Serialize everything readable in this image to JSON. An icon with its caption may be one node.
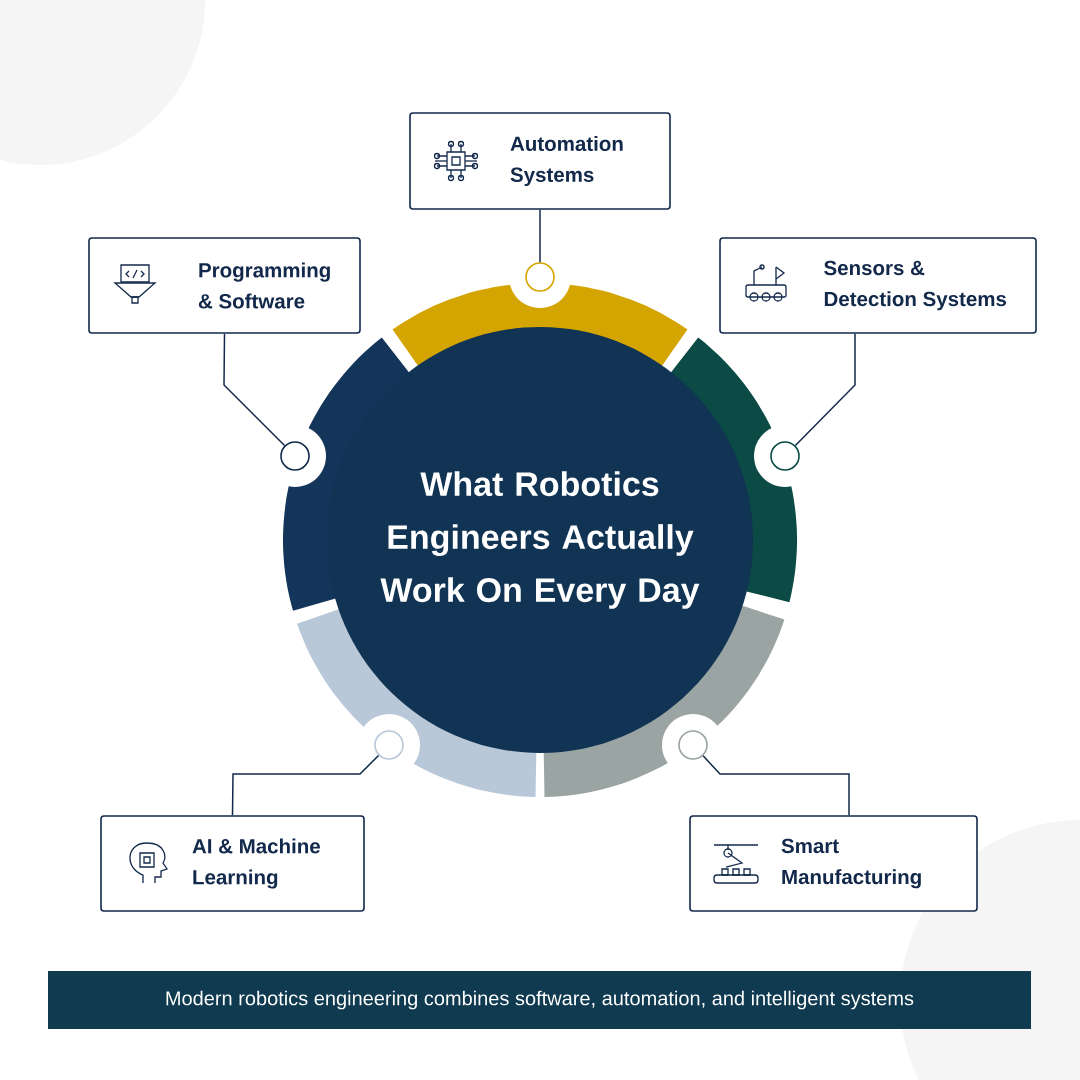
{
  "diagram": {
    "caption": "Modern robotics engineering combines software, automation, and intelligent systems",
    "nodes": [
      {
        "text": [
          "Automation Systems"
        ]
      },
      {
        "text": [
          "Programming & Software"
        ]
      },
      {
        "text": [
          "Sensors & Detection Systems"
        ]
      },
      {
        "text": [
          "What Robotics Engineers Actually Work On Every Day"
        ]
      },
      {
        "text": [],
        "shape": "circle"
      },
      {
        "text": [],
        "shape": "circle"
      },
      {
        "text": [],
        "shape": "circle"
      },
      {
        "text": [],
        "shape": "circle"
      },
      {
        "text": [],
        "shape": "circle"
      },
      {
        "text": [
          "AI & Machine Learning"
        ]
      },
      {
        "text": [
          "Smart Manufacturing"
        ]
      }
    ],
    "edges": [
      {
        "from": 0,
        "to": 4,
        "arrow": "none"
      },
      {
        "from": 1,
        "to": 5,
        "arrow": "none"
      },
      {
        "from": 2,
        "to": 6,
        "arrow": "none"
      },
      {
        "from": 9,
        "to": 7,
        "arrow": "none"
      },
      {
        "from": 10,
        "to": 8,
        "arrow": "none"
      }
    ]
  }
}
